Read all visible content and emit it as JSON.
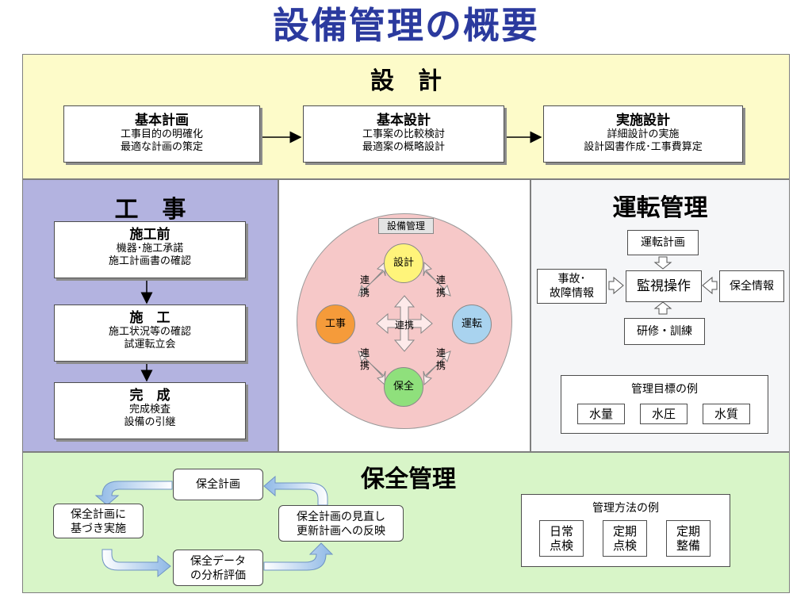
{
  "title": "設備管理の概要",
  "design": {
    "header": "設　計",
    "steps": [
      {
        "title": "基本計画",
        "lines": [
          "工事目的の明確化",
          "最適な計画の策定"
        ]
      },
      {
        "title": "基本設計",
        "lines": [
          "工事案の比較検討",
          "最適案の概略設計"
        ]
      },
      {
        "title": "実施設計",
        "lines": [
          "詳細設計の実施",
          "設計図書作成･工事費算定"
        ]
      }
    ]
  },
  "construction": {
    "header": "工　事",
    "steps": [
      {
        "title": "施工前",
        "lines": [
          "機器･施工承諾",
          "施工計画書の確認"
        ]
      },
      {
        "title": "施　工",
        "lines": [
          "施工状況等の確認",
          "試運転立会"
        ]
      },
      {
        "title": "完　成",
        "lines": [
          "完成検査",
          "設備の引継"
        ]
      }
    ]
  },
  "center": {
    "label": "設備管理",
    "nodes": {
      "top": "設計",
      "left": "工事",
      "right": "運転",
      "bottom": "保全"
    },
    "link": "連携",
    "link_chars": [
      "連",
      "携"
    ],
    "colors": {
      "bg": "#f6c8c8",
      "top": "#fff47a",
      "left": "#f59b3a",
      "right": "#a9d3ef",
      "bottom": "#8fe07c"
    }
  },
  "operation": {
    "header": "運転管理",
    "plan": "運転計画",
    "monitor": "監視操作",
    "accident": [
      "事故･",
      "故障情報"
    ],
    "maintenance_info": "保全情報",
    "training": "研修・訓練",
    "goals_title": "管理目標の例",
    "goals": [
      "水量",
      "水圧",
      "水質"
    ]
  },
  "maintenance": {
    "header": "保全管理",
    "plan": "保全計画",
    "implement": [
      "保全計画に",
      "基づき実施"
    ],
    "analysis": [
      "保全データ",
      "の分析評価"
    ],
    "review": [
      "保全計画の見直し",
      "更新計画への反映"
    ],
    "methods_title": "管理方法の例",
    "methods": [
      [
        "日常",
        "点検"
      ],
      [
        "定期",
        "点検"
      ],
      [
        "定期",
        "整備"
      ]
    ]
  },
  "colors": {
    "title": "#2b3a9e",
    "design_bg": "#fdfbc9",
    "construction_bg": "#b3b3e0",
    "operation_bg": "#f5f6f8",
    "maintenance_bg": "#d8f5c8"
  }
}
